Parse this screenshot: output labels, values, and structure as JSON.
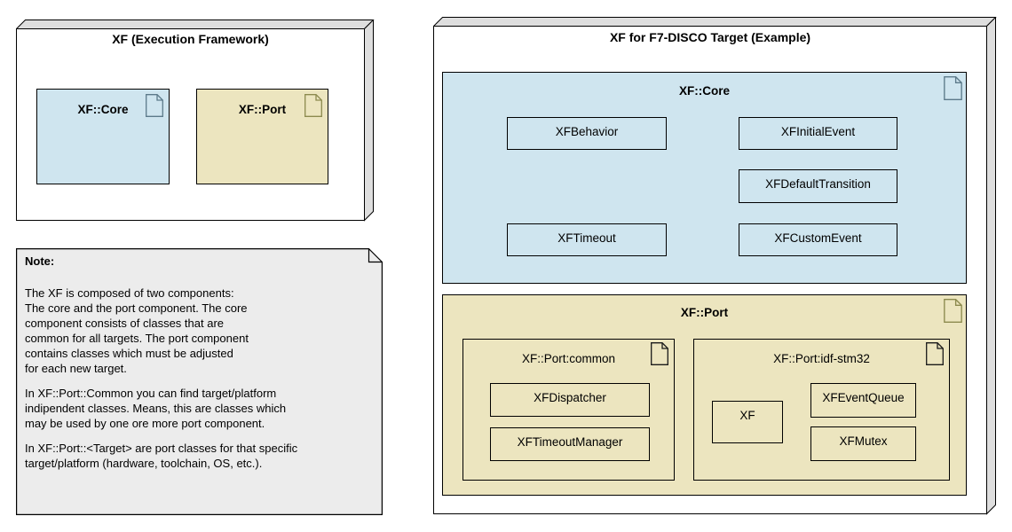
{
  "colors": {
    "core_fill": "#cfe5ef",
    "port_fill": "#ece5bf",
    "note_fill": "#ececec",
    "band_fill": "#dedede",
    "border": "#000000",
    "icon_blue_stroke": "#5c7a8a",
    "icon_olive_stroke": "#8c8a4e",
    "icon_dark_stroke": "#1a1a1a"
  },
  "left_node": {
    "title": "XF (Execution Framework)",
    "components": [
      {
        "label": "XF::Core"
      },
      {
        "label": "XF::Port"
      }
    ]
  },
  "right_node": {
    "title": "XF for F7-DISCO Target (Example)",
    "core_package": {
      "title": "XF::Core",
      "classes": [
        "XFBehavior",
        "XFInitialEvent",
        "XFDefaultTransition",
        "XFTimeout",
        "XFCustomEvent"
      ]
    },
    "port_package": {
      "title": "XF::Port",
      "subpackages": [
        {
          "title": "XF::Port:common",
          "classes": [
            "XFDispatcher",
            "XFTimeoutManager"
          ]
        },
        {
          "title": "XF::Port:idf-stm32",
          "classes": [
            "XF",
            "XFEventQueue",
            "XFMutex"
          ]
        }
      ]
    }
  },
  "note": {
    "title": "Note:",
    "paragraphs": [
      {
        "lines": [
          "The XF is composed of two components:",
          "The core and the port component. The core",
          "component consists of classes that are",
          "common for all targets. The port component",
          "contains classes which must be adjusted",
          "for each new target."
        ]
      },
      {
        "lines": [
          "In XF::Port::Common you can find target/platform",
          "indipendent classes. Means, this are classes which",
          "may be used by one ore more port component."
        ]
      },
      {
        "lines": [
          "In XF::Port::<Target> are port classes for that specific",
          "target/platform (hardware, toolchain, OS, etc.)."
        ]
      }
    ]
  }
}
